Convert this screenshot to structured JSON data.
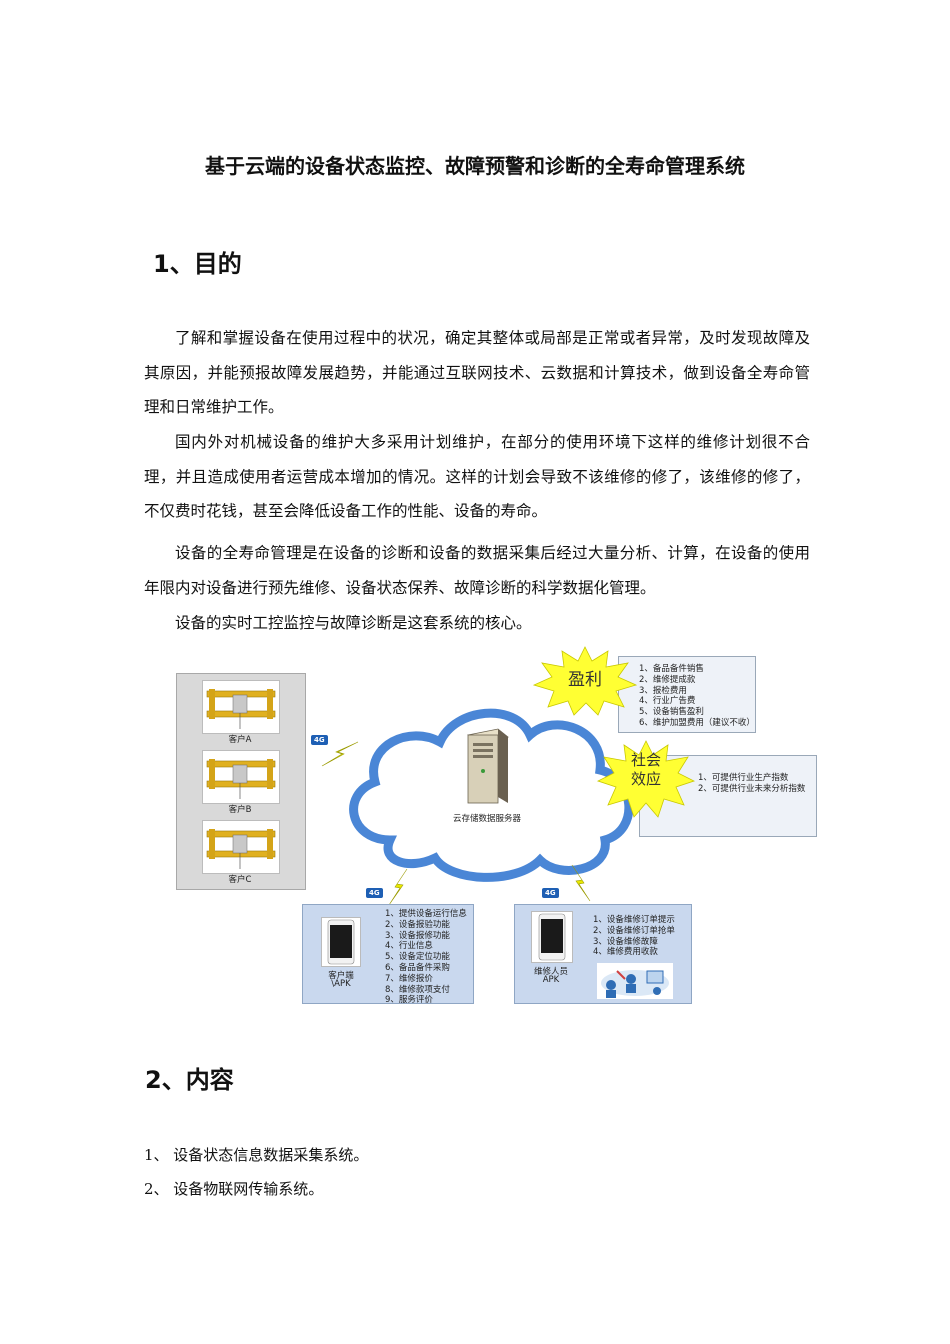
{
  "title": "基于云端的设备状态监控、故障预警和诊断的全寿命管理系统",
  "section1": {
    "heading": "1、目的",
    "paragraphs": [
      "了解和掌握设备在使用过程中的状况，确定其整体或局部是正常或者异常，及时发现故障及其原因，并能预报故障发展趋势，并能通过互联网技术、云数据和计算技术，做到设备全寿命管理和日常维护工作。",
      "国内外对机械设备的维护大多采用计划维护，在部分的使用环境下这样的维修计划很不合理，并且造成使用者运营成本增加的情况。这样的计划会导致不该维修的修了，该维修的修了，不仅费时花钱，甚至会降低设备工作的性能、设备的寿命。",
      "设备的全寿命管理是在设备的诊断和设备的数据采集后经过大量分析、计算，在设备的使用年限内对设备进行预先维修、设备状态保养、故障诊断的科学数据化管理。",
      "设备的实时工控监控与故障诊断是这套系统的核心。"
    ]
  },
  "diagram": {
    "clients": [
      "客户A",
      "客户B",
      "客户C"
    ],
    "network_badge": "4G",
    "server_label": "云存储数据服务器",
    "profit": {
      "burst_label": "盈利",
      "items": [
        "1、备品备件销售",
        "2、维修提成款",
        "3、报检费用",
        "4、行业广告费",
        "5、设备销售盈利",
        "6、维护加盟费用（建议不收）"
      ]
    },
    "social": {
      "burst_line1": "社会",
      "burst_line2": "效应",
      "items": [
        "1、可提供行业生产指数",
        "2、可提供行业未来分析指数"
      ]
    },
    "client_app": {
      "label1": "客户端",
      "label2": "\\APK",
      "items": [
        "1、提供设备运行信息",
        "2、设备报验功能",
        "3、设备报修功能",
        "4、行业信息",
        "5、设备定位功能",
        "6、备品备件采购",
        "7、维修报价",
        "8、维修款项支付",
        "9、服务评价"
      ]
    },
    "maint_app": {
      "label1": "维修人员",
      "label2": "APK",
      "items": [
        "1、设备维修订单提示",
        "2、设备维修订单抢单",
        "3、设备维修故障",
        "4、维修费用收款"
      ]
    }
  },
  "section2": {
    "heading": "2、内容",
    "items": [
      "1、 设备状态信息数据采集系统。",
      "2、 设备物联网传输系统。"
    ]
  },
  "colors": {
    "burst": "#ffff33",
    "cloud_stroke": "#4a86d6",
    "app_box": "#c9d8ee",
    "lightning": "#e8e800"
  }
}
